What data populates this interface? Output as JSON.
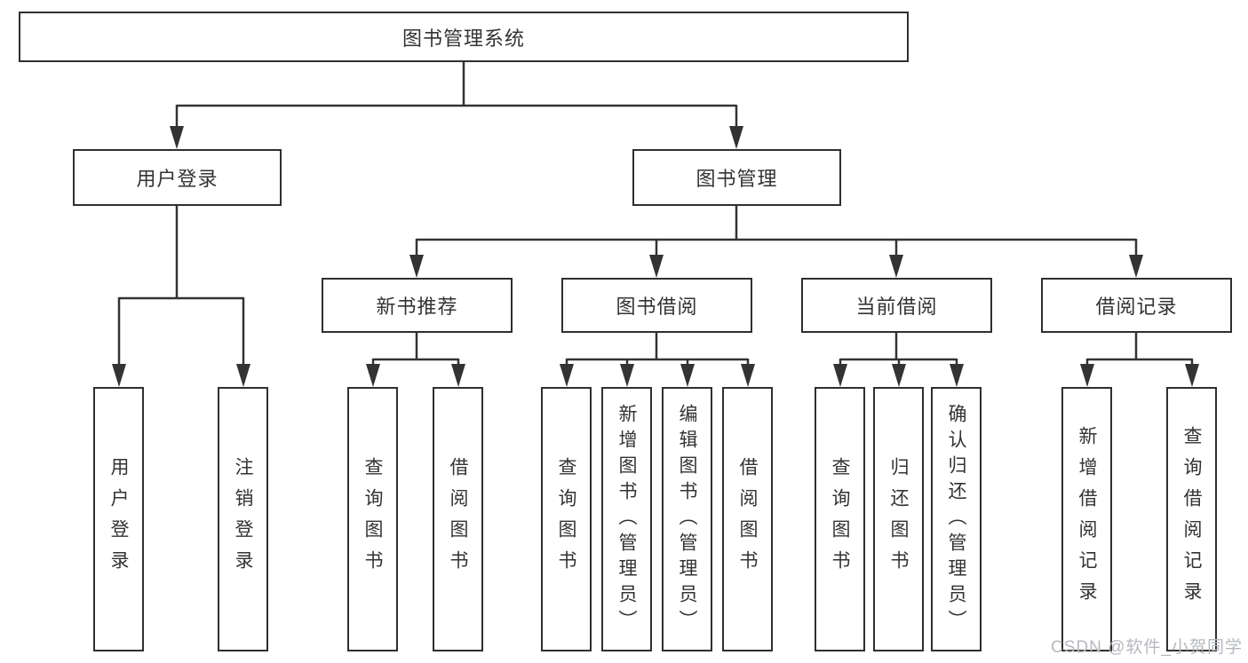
{
  "watermark": "CSDN @软件_小贺同学",
  "colors": {
    "line": "#333333",
    "border": "#2f2f2f",
    "text": "#333333",
    "background": "#ffffff",
    "watermark": "#b5b8be"
  },
  "nodes": {
    "root": "图书管理系统",
    "level2": [
      "用户登录",
      "图书管理"
    ],
    "level3": [
      "新书推荐",
      "图书借阅",
      "当前借阅",
      "借阅记录"
    ],
    "leaves_user_login": [
      "用户登录",
      "注销登录"
    ],
    "leaves_new_book": [
      "查询图书",
      "借阅图书"
    ],
    "leaves_book_borrow": [
      "查询图书",
      "新增图书（管理员）",
      "编辑图书（管理员）",
      "借阅图书"
    ],
    "leaves_current_borrow": [
      "查询图书",
      "归还图书",
      "确认归还（管理员）"
    ],
    "leaves_borrow_records": [
      "新增借阅记录",
      "查询借阅记录"
    ]
  }
}
